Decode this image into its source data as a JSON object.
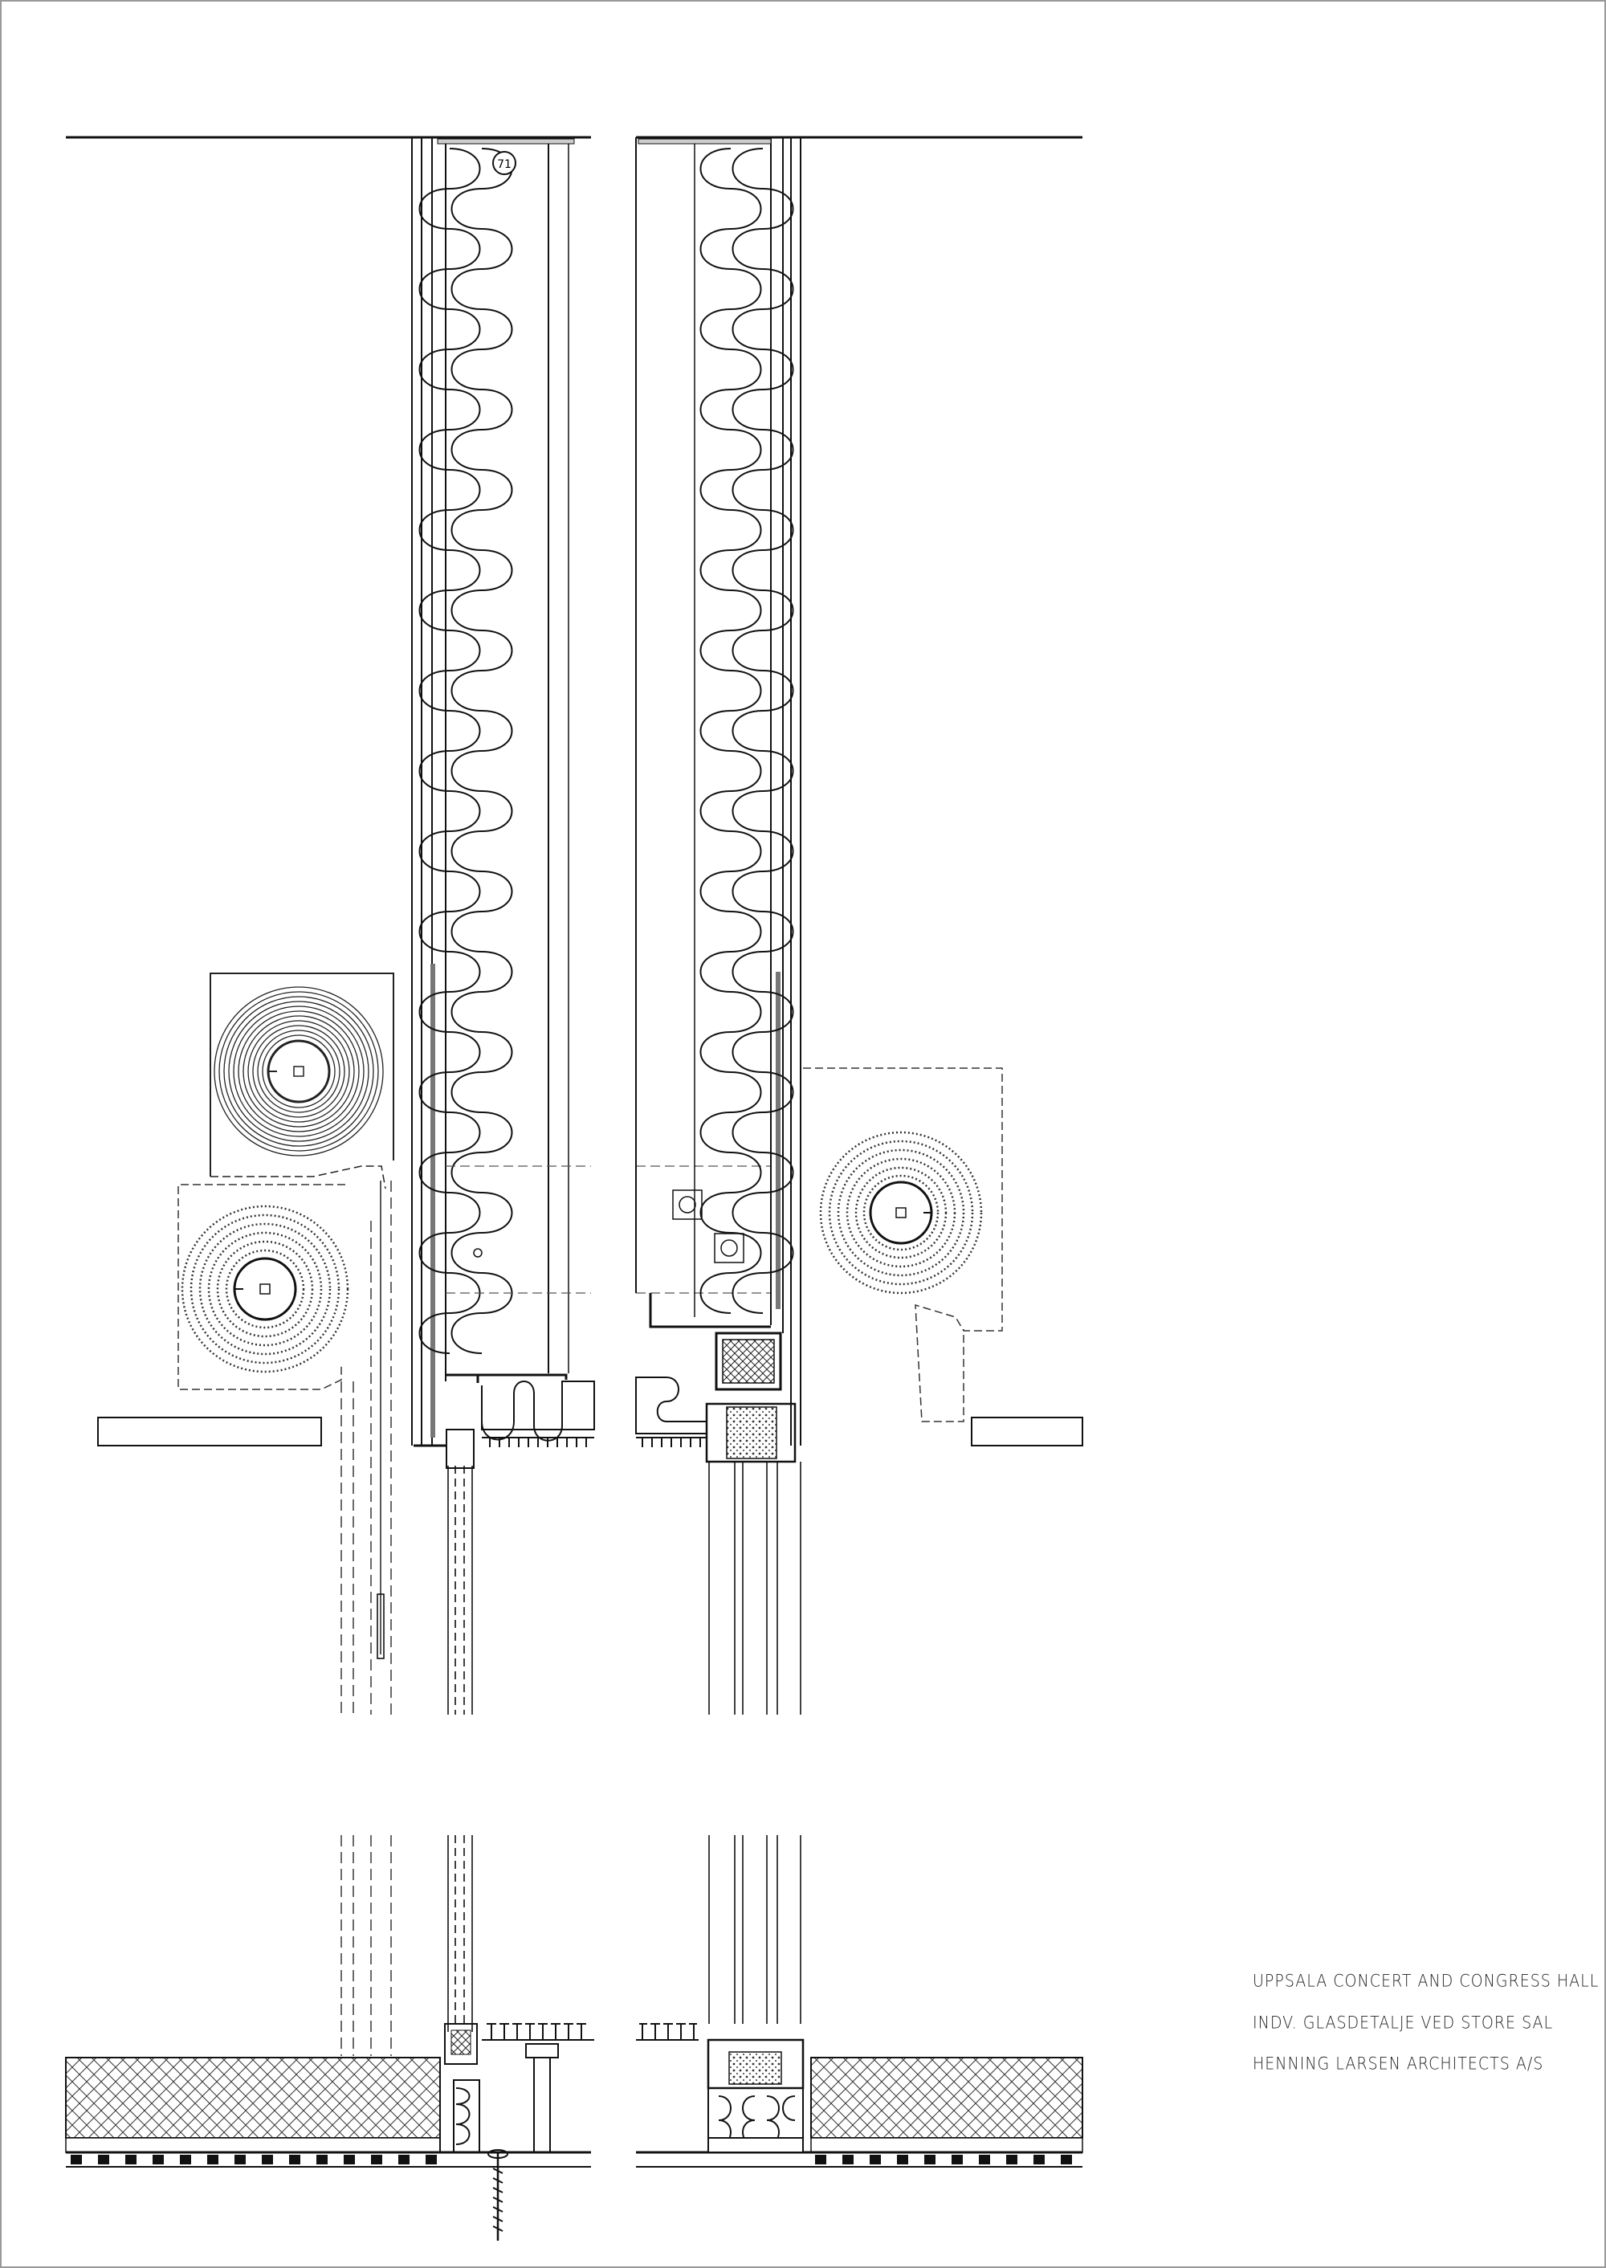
{
  "drawing": {
    "detail_tag": "71",
    "title_block": {
      "project": "UPPSALA CONCERT AND CONGRESS HALL",
      "sheet": "INDV. GLASDETALJE VED STORE SAL",
      "firm": "HENNING LARSEN ARCHITECTS A/S"
    }
  }
}
